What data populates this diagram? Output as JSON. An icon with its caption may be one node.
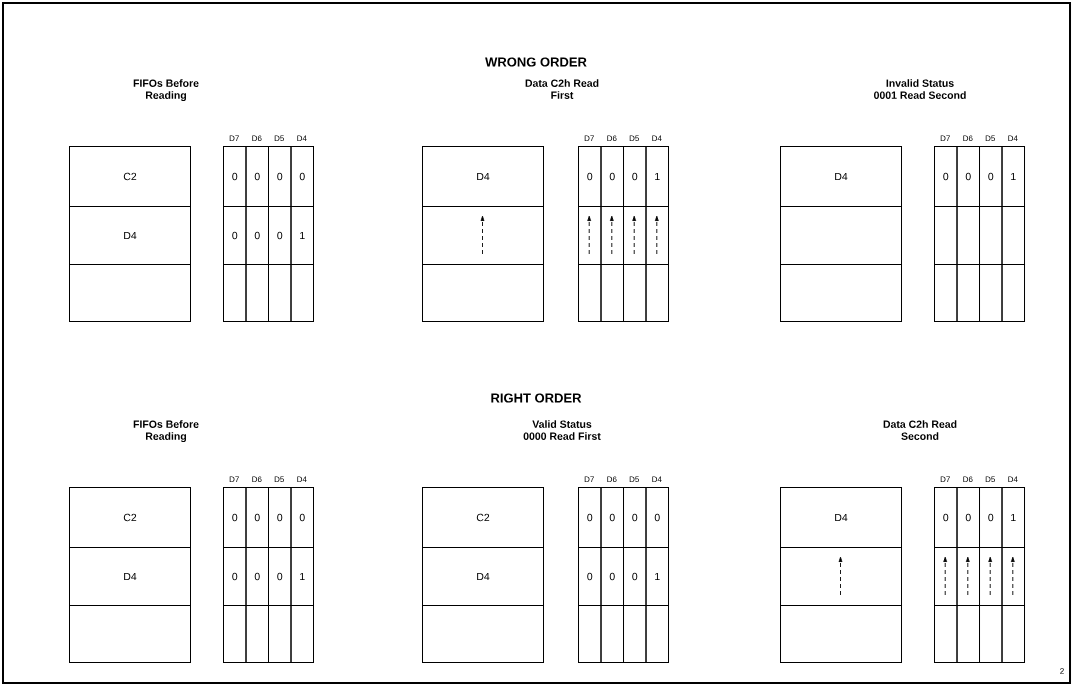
{
  "diagram": {
    "nodes": [
      {
        "text": [
          "C2"
        ]
      },
      {
        "text": [
          "D4"
        ]
      },
      {
        "text": [],
        "shape": "box"
      },
      {
        "text": [
          "0"
        ]
      },
      {
        "text": [
          "0"
        ]
      },
      {
        "text": [
          "0"
        ]
      },
      {
        "text": [
          "0"
        ]
      },
      {
        "text": [
          "0"
        ]
      },
      {
        "text": [
          "0"
        ]
      },
      {
        "text": [
          "0"
        ]
      },
      {
        "text": [
          "1"
        ]
      },
      {
        "text": [],
        "shape": "box"
      },
      {
        "text": [],
        "shape": "box"
      },
      {
        "text": [],
        "shape": "box"
      },
      {
        "text": [],
        "shape": "box"
      },
      {
        "text": [
          "D4"
        ]
      },
      {
        "text": [],
        "shape": "box"
      },
      {
        "text": [],
        "shape": "box"
      },
      {
        "text": [
          "0"
        ]
      },
      {
        "text": [
          "0"
        ]
      },
      {
        "text": [
          "0"
        ]
      },
      {
        "text": [
          "1"
        ]
      },
      {
        "text": [],
        "shape": "box"
      },
      {
        "text": [],
        "shape": "box"
      },
      {
        "text": [],
        "shape": "box"
      },
      {
        "text": [],
        "shape": "box"
      },
      {
        "text": [],
        "shape": "box"
      },
      {
        "text": [],
        "shape": "box"
      },
      {
        "text": [],
        "shape": "box"
      },
      {
        "text": [],
        "shape": "box"
      },
      {
        "text": [
          "D4"
        ]
      },
      {
        "text": [],
        "shape": "box"
      },
      {
        "text": [],
        "shape": "box"
      },
      {
        "text": [
          "0"
        ]
      },
      {
        "text": [
          "0"
        ]
      },
      {
        "text": [
          "0"
        ]
      },
      {
        "text": [
          "1"
        ]
      },
      {
        "text": [],
        "shape": "box"
      },
      {
        "text": [],
        "shape": "box"
      },
      {
        "text": [],
        "shape": "box"
      },
      {
        "text": [],
        "shape": "box"
      },
      {
        "text": [],
        "shape": "box"
      },
      {
        "text": [],
        "shape": "box"
      },
      {
        "text": [],
        "shape": "box"
      },
      {
        "text": [],
        "shape": "box"
      },
      {
        "text": [
          "C2"
        ]
      },
      {
        "text": [
          "D4"
        ]
      },
      {
        "text": [],
        "shape": "box"
      },
      {
        "text": [
          "0"
        ]
      },
      {
        "text": [
          "0"
        ]
      },
      {
        "text": [
          "0"
        ]
      },
      {
        "text": [
          "0"
        ]
      },
      {
        "text": [
          "0"
        ]
      },
      {
        "text": [
          "0"
        ]
      },
      {
        "text": [
          "0"
        ]
      },
      {
        "text": [
          "1"
        ]
      },
      {
        "text": [],
        "shape": "box"
      },
      {
        "text": [],
        "shape": "box"
      },
      {
        "text": [],
        "shape": "box"
      },
      {
        "text": [],
        "shape": "box"
      },
      {
        "text": [
          "C2"
        ]
      },
      {
        "text": [
          "D4"
        ]
      },
      {
        "text": [],
        "shape": "box"
      },
      {
        "text": [
          "0"
        ]
      },
      {
        "text": [
          "0"
        ]
      },
      {
        "text": [
          "0"
        ]
      },
      {
        "text": [
          "0"
        ]
      },
      {
        "text": [
          "0"
        ]
      },
      {
        "text": [
          "0"
        ]
      },
      {
        "text": [
          "0"
        ]
      },
      {
        "text": [
          "1"
        ]
      },
      {
        "text": [],
        "shape": "box"
      },
      {
        "text": [],
        "shape": "box"
      },
      {
        "text": [],
        "shape": "box"
      },
      {
        "text": [],
        "shape": "box"
      },
      {
        "text": [
          "D4"
        ]
      },
      {
        "text": [],
        "shape": "box"
      },
      {
        "text": [],
        "shape": "box"
      },
      {
        "text": [
          "0"
        ]
      },
      {
        "text": [
          "0"
        ]
      },
      {
        "text": [
          "0"
        ]
      },
      {
        "text": [
          "1"
        ]
      },
      {
        "text": [],
        "shape": "box"
      },
      {
        "text": [],
        "shape": "box"
      },
      {
        "text": [],
        "shape": "box"
      },
      {
        "text": [],
        "shape": "box"
      },
      {
        "text": [],
        "shape": "box"
      },
      {
        "text": [],
        "shape": "box"
      },
      {
        "text": [],
        "shape": "box"
      },
      {
        "text": [],
        "shape": "box"
      }
    ],
    "labels": [
      "WRONG ORDER",
      "FIFOs Before Reading",
      "Data C2h Read First",
      "Invalid Status 0001 Read Second",
      "D7",
      "D6",
      "D5",
      "D4",
      "D7",
      "D6",
      "D5",
      "D4",
      "D7",
      "D6",
      "D5",
      "D4",
      "RIGHT ORDER",
      "FIFOs Before Reading",
      "Valid Status 0000 Read First",
      "Data C2h Read Second",
      "D7",
      "D6",
      "D5",
      "D4",
      "D7",
      "D6",
      "D5",
      "D4",
      "D7",
      "D6",
      "D5",
      "D4",
      "2"
    ]
  }
}
